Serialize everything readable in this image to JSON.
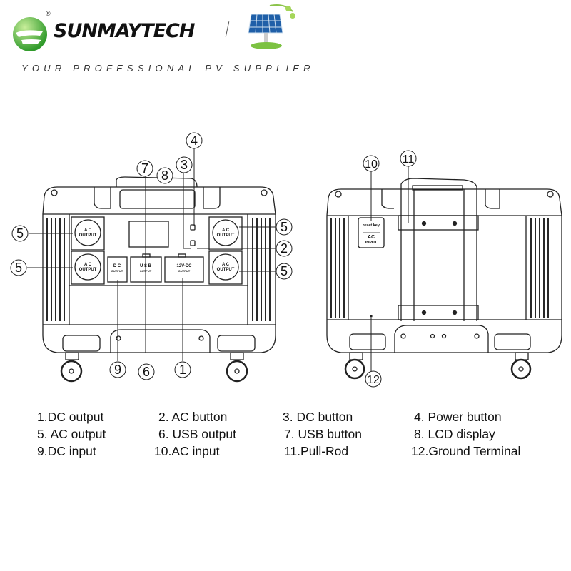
{
  "header": {
    "brand": "SUNMAYTECH",
    "registered_mark": "®",
    "tagline": "YOUR PROFESSIONAL PV SUPPLIER",
    "brand_color": "#5bb531"
  },
  "front_view": {
    "port_labels": {
      "ac_output_1": "A C",
      "ac_output_2": "OUTPUT",
      "dc_output_1": "D C",
      "dc_output_2": "OUTPUT",
      "usb_1": "U S B",
      "usb_2": "OUTPUT",
      "dc12_1": "12V-DC",
      "dc12_2": "OUTPUT"
    },
    "callouts": [
      "1",
      "2",
      "3",
      "4",
      "5",
      "6",
      "7",
      "8",
      "9"
    ]
  },
  "back_view": {
    "port_labels": {
      "reset": "reset key",
      "ac_input_1": "AC",
      "ac_input_2": "INPUT"
    },
    "callouts": [
      "10",
      "11",
      "12"
    ]
  },
  "legend": [
    "1.DC output",
    "2. AC button",
    "3. DC button",
    "4. Power button",
    "5. AC output",
    "6. USB output",
    "7. USB button",
    "8. LCD display",
    "9.DC input",
    "10.AC input",
    "11.Pull-Rod",
    "12.Ground Terminal"
  ]
}
